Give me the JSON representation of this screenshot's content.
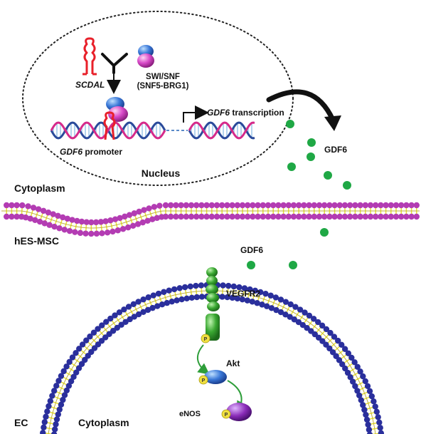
{
  "labels": {
    "scdal": "SCDAL",
    "swi_snf": "SWI/SNF",
    "snf5_brg1": "(SNF5-BRG1)",
    "gdf6_promoter_gene": "GDF6",
    "gdf6_promoter_rest": " promoter",
    "gdf6_transcription_gene": "GDF6",
    "gdf6_transcription_rest": " transcription",
    "nucleus": "Nucleus",
    "cytoplasm_top": "Cytoplasm",
    "hes_msc": "hES-MSC",
    "gdf6_upper": "GDF6",
    "gdf6_lower": "GDF6",
    "vegfr2": "VEGFR2",
    "akt": "Akt",
    "enos": "eNOS",
    "ec": "EC",
    "cytoplasm_bottom": "Cytoplasm",
    "phospho": "P"
  },
  "colors": {
    "rna": "#e8202a",
    "gdf6_dot": "#1fa845",
    "top_membrane_head": "#b33cb3",
    "bottom_membrane_head": "#2a2f9c",
    "membrane_tail": "#e8e030",
    "receptor": "#3aa832",
    "swi_blue": "#3a78d8",
    "swi_pink": "#d84ac8",
    "arrow_green": "#2e9e3a",
    "enos_purple": "#8a2bb8",
    "phospho_yellow": "#f0e040"
  }
}
